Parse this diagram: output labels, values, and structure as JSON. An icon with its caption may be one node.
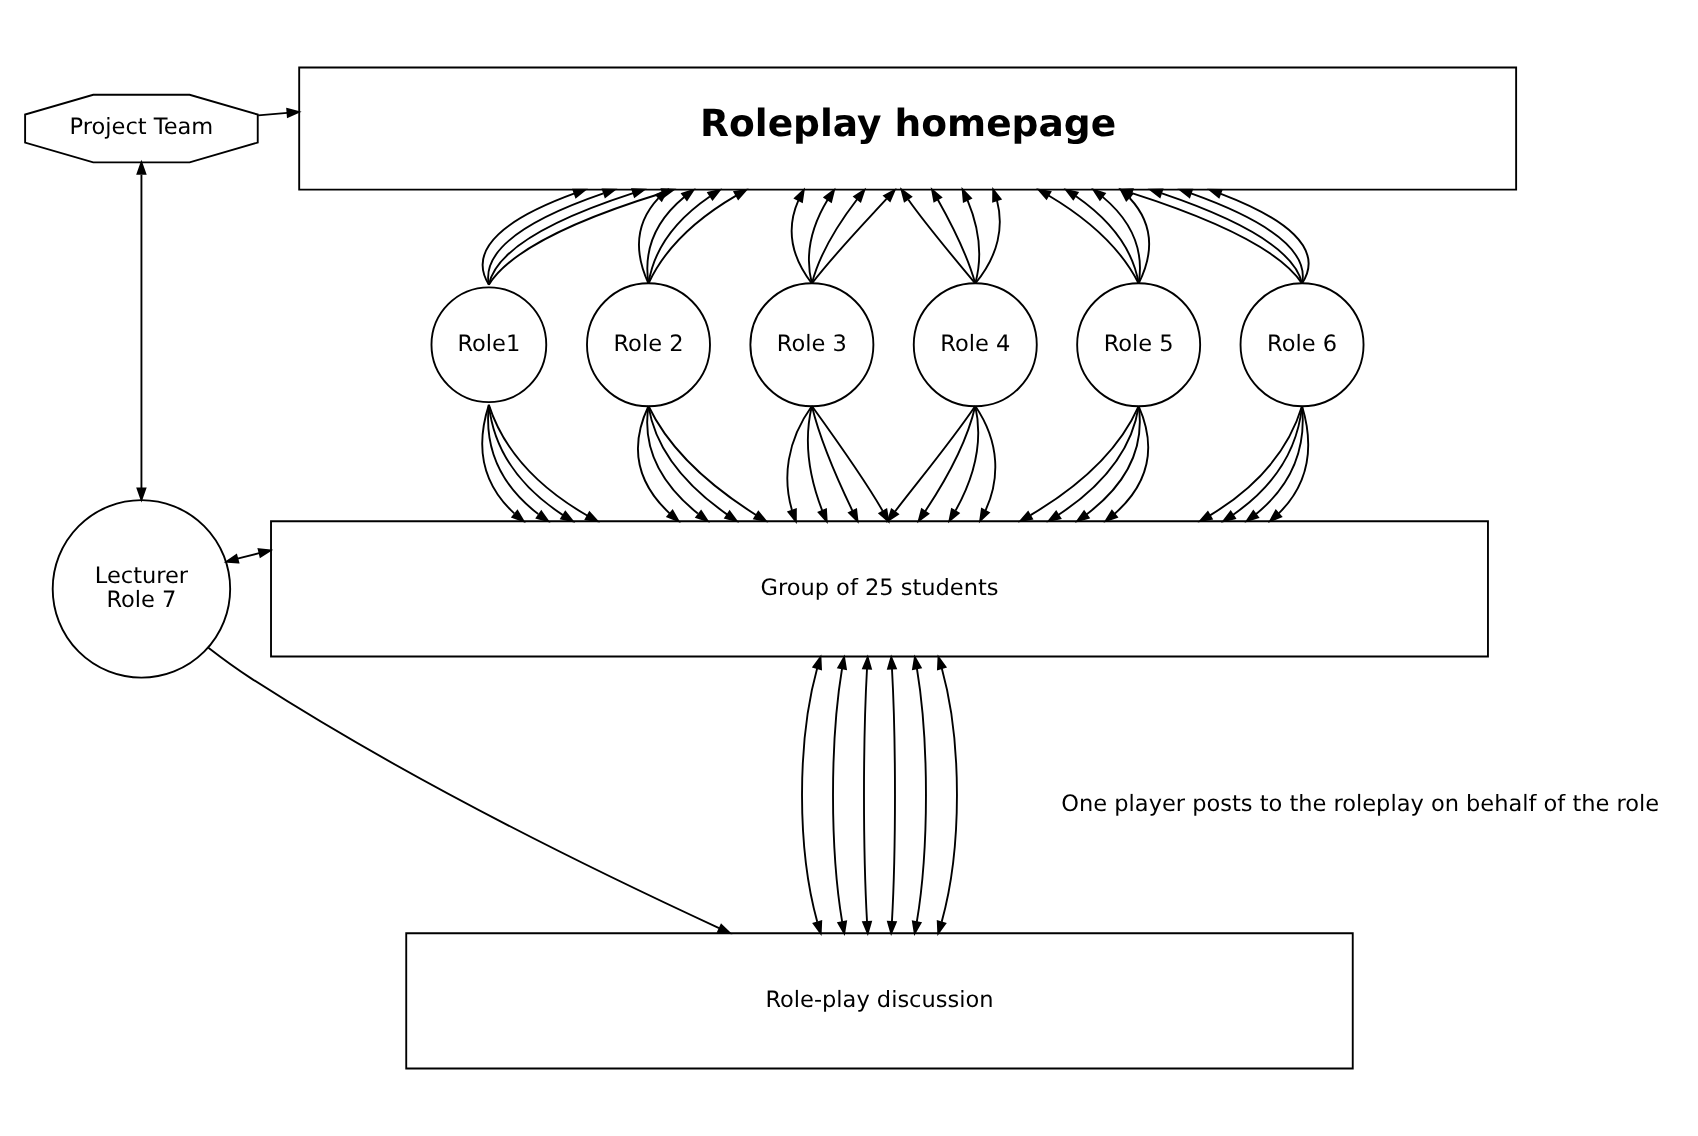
{
  "diagram": {
    "nodes": [
      {
        "text": [
          "Project Team"
        ]
      },
      {
        "text": [
          "Roleplay homepage"
        ]
      },
      {
        "text": [
          "Role1"
        ]
      },
      {
        "text": [
          "Role 2"
        ]
      },
      {
        "text": [
          "Role 3"
        ]
      },
      {
        "text": [
          "Role 4"
        ]
      },
      {
        "text": [
          "Role 5"
        ]
      },
      {
        "text": [
          "Role 6"
        ]
      },
      {
        "text": [
          "Group of 25 students"
        ]
      },
      {
        "text": [
          "Lecturer",
          "Role 7"
        ]
      },
      {
        "text": [
          "Role-play discussion"
        ]
      }
    ],
    "edges": [
      {
        "from": 0,
        "to": 1,
        "arrow": "to"
      },
      {
        "from": 2,
        "to": 1,
        "arrow": "to"
      },
      {
        "from": 2,
        "to": 1,
        "arrow": "to"
      },
      {
        "from": 2,
        "to": 1,
        "arrow": "to"
      },
      {
        "from": 2,
        "to": 1,
        "arrow": "to"
      },
      {
        "from": 2,
        "to": 8,
        "arrow": "to"
      },
      {
        "from": 2,
        "to": 8,
        "arrow": "to"
      },
      {
        "from": 2,
        "to": 8,
        "arrow": "to"
      },
      {
        "from": 2,
        "to": 8,
        "arrow": "to"
      },
      {
        "from": 3,
        "to": 1,
        "arrow": "to"
      },
      {
        "from": 3,
        "to": 1,
        "arrow": "to"
      },
      {
        "from": 3,
        "to": 1,
        "arrow": "to"
      },
      {
        "from": 3,
        "to": 1,
        "arrow": "to"
      },
      {
        "from": 3,
        "to": 8,
        "arrow": "to"
      },
      {
        "from": 3,
        "to": 8,
        "arrow": "to"
      },
      {
        "from": 3,
        "to": 8,
        "arrow": "to"
      },
      {
        "from": 3,
        "to": 8,
        "arrow": "to"
      },
      {
        "from": 4,
        "to": 1,
        "arrow": "to"
      },
      {
        "from": 4,
        "to": 1,
        "arrow": "to"
      },
      {
        "from": 4,
        "to": 1,
        "arrow": "to"
      },
      {
        "from": 4,
        "to": 1,
        "arrow": "to"
      },
      {
        "from": 4,
        "to": 8,
        "arrow": "to"
      },
      {
        "from": 4,
        "to": 8,
        "arrow": "to"
      },
      {
        "from": 4,
        "to": 8,
        "arrow": "to"
      },
      {
        "from": 4,
        "to": 8,
        "arrow": "to"
      },
      {
        "from": 5,
        "to": 1,
        "arrow": "to"
      },
      {
        "from": 5,
        "to": 1,
        "arrow": "to"
      },
      {
        "from": 5,
        "to": 1,
        "arrow": "to"
      },
      {
        "from": 5,
        "to": 1,
        "arrow": "to"
      },
      {
        "from": 5,
        "to": 8,
        "arrow": "to"
      },
      {
        "from": 5,
        "to": 8,
        "arrow": "to"
      },
      {
        "from": 5,
        "to": 8,
        "arrow": "to"
      },
      {
        "from": 5,
        "to": 8,
        "arrow": "to"
      },
      {
        "from": 6,
        "to": 1,
        "arrow": "to"
      },
      {
        "from": 6,
        "to": 1,
        "arrow": "to"
      },
      {
        "from": 6,
        "to": 1,
        "arrow": "to"
      },
      {
        "from": 6,
        "to": 1,
        "arrow": "to"
      },
      {
        "from": 6,
        "to": 8,
        "arrow": "to"
      },
      {
        "from": 6,
        "to": 8,
        "arrow": "to"
      },
      {
        "from": 6,
        "to": 8,
        "arrow": "to"
      },
      {
        "from": 6,
        "to": 8,
        "arrow": "to"
      },
      {
        "from": 7,
        "to": 1,
        "arrow": "to"
      },
      {
        "from": 7,
        "to": 1,
        "arrow": "to"
      },
      {
        "from": 7,
        "to": 1,
        "arrow": "to"
      },
      {
        "from": 7,
        "to": 1,
        "arrow": "to"
      },
      {
        "from": 7,
        "to": 8,
        "arrow": "to"
      },
      {
        "from": 7,
        "to": 8,
        "arrow": "to"
      },
      {
        "from": 7,
        "to": 8,
        "arrow": "to"
      },
      {
        "from": 7,
        "to": 8,
        "arrow": "to"
      },
      {
        "from": 0,
        "to": 9,
        "arrow": "both"
      },
      {
        "from": 9,
        "to": 8,
        "arrow": "both"
      },
      {
        "from": 8,
        "to": 10,
        "arrow": "both"
      },
      {
        "from": 8,
        "to": 10,
        "arrow": "both"
      },
      {
        "from": 8,
        "to": 10,
        "arrow": "both"
      },
      {
        "from": 8,
        "to": 10,
        "arrow": "both"
      },
      {
        "from": 8,
        "to": 10,
        "arrow": "both"
      },
      {
        "from": 8,
        "to": 10,
        "arrow": "both"
      },
      {
        "from": 9,
        "to": 10,
        "arrow": "to"
      }
    ],
    "labels": [
      "One player posts to the roleplay on behalf of the role"
    ]
  }
}
